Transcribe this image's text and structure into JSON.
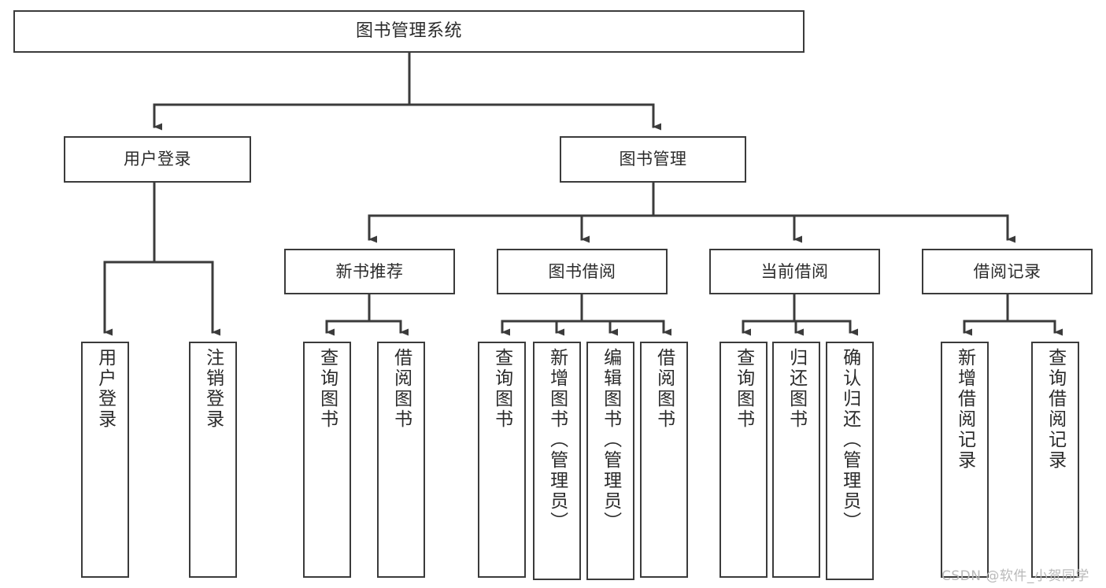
{
  "diagram": {
    "title": "图书管理系统",
    "watermark": "CSDN @软件_小贺同学",
    "stroke_color": "#3b3b3b",
    "text_color": "#2b2b2b",
    "background": "#ffffff",
    "root": {
      "label": "图书管理系统"
    },
    "level2": [
      {
        "label": "用户登录"
      },
      {
        "label": "图书管理"
      }
    ],
    "level3": [
      {
        "label": "新书推荐"
      },
      {
        "label": "图书借阅"
      },
      {
        "label": "当前借阅"
      },
      {
        "label": "借阅记录"
      }
    ],
    "leaves": {
      "user_login": [
        {
          "label": "用户登录"
        },
        {
          "label": "注销登录"
        }
      ],
      "new_books": [
        {
          "label": "查询图书"
        },
        {
          "label": "借阅图书"
        }
      ],
      "borrow": [
        {
          "label": "查询图书"
        },
        {
          "label": "新增图书（管理员）"
        },
        {
          "label": "编辑图书（管理员）"
        },
        {
          "label": "借阅图书"
        }
      ],
      "current": [
        {
          "label": "查询图书"
        },
        {
          "label": "归还图书"
        },
        {
          "label": "确认归还（管理员）"
        }
      ],
      "records": [
        {
          "label": "新增借阅记录"
        },
        {
          "label": "查询借阅记录"
        }
      ]
    }
  }
}
